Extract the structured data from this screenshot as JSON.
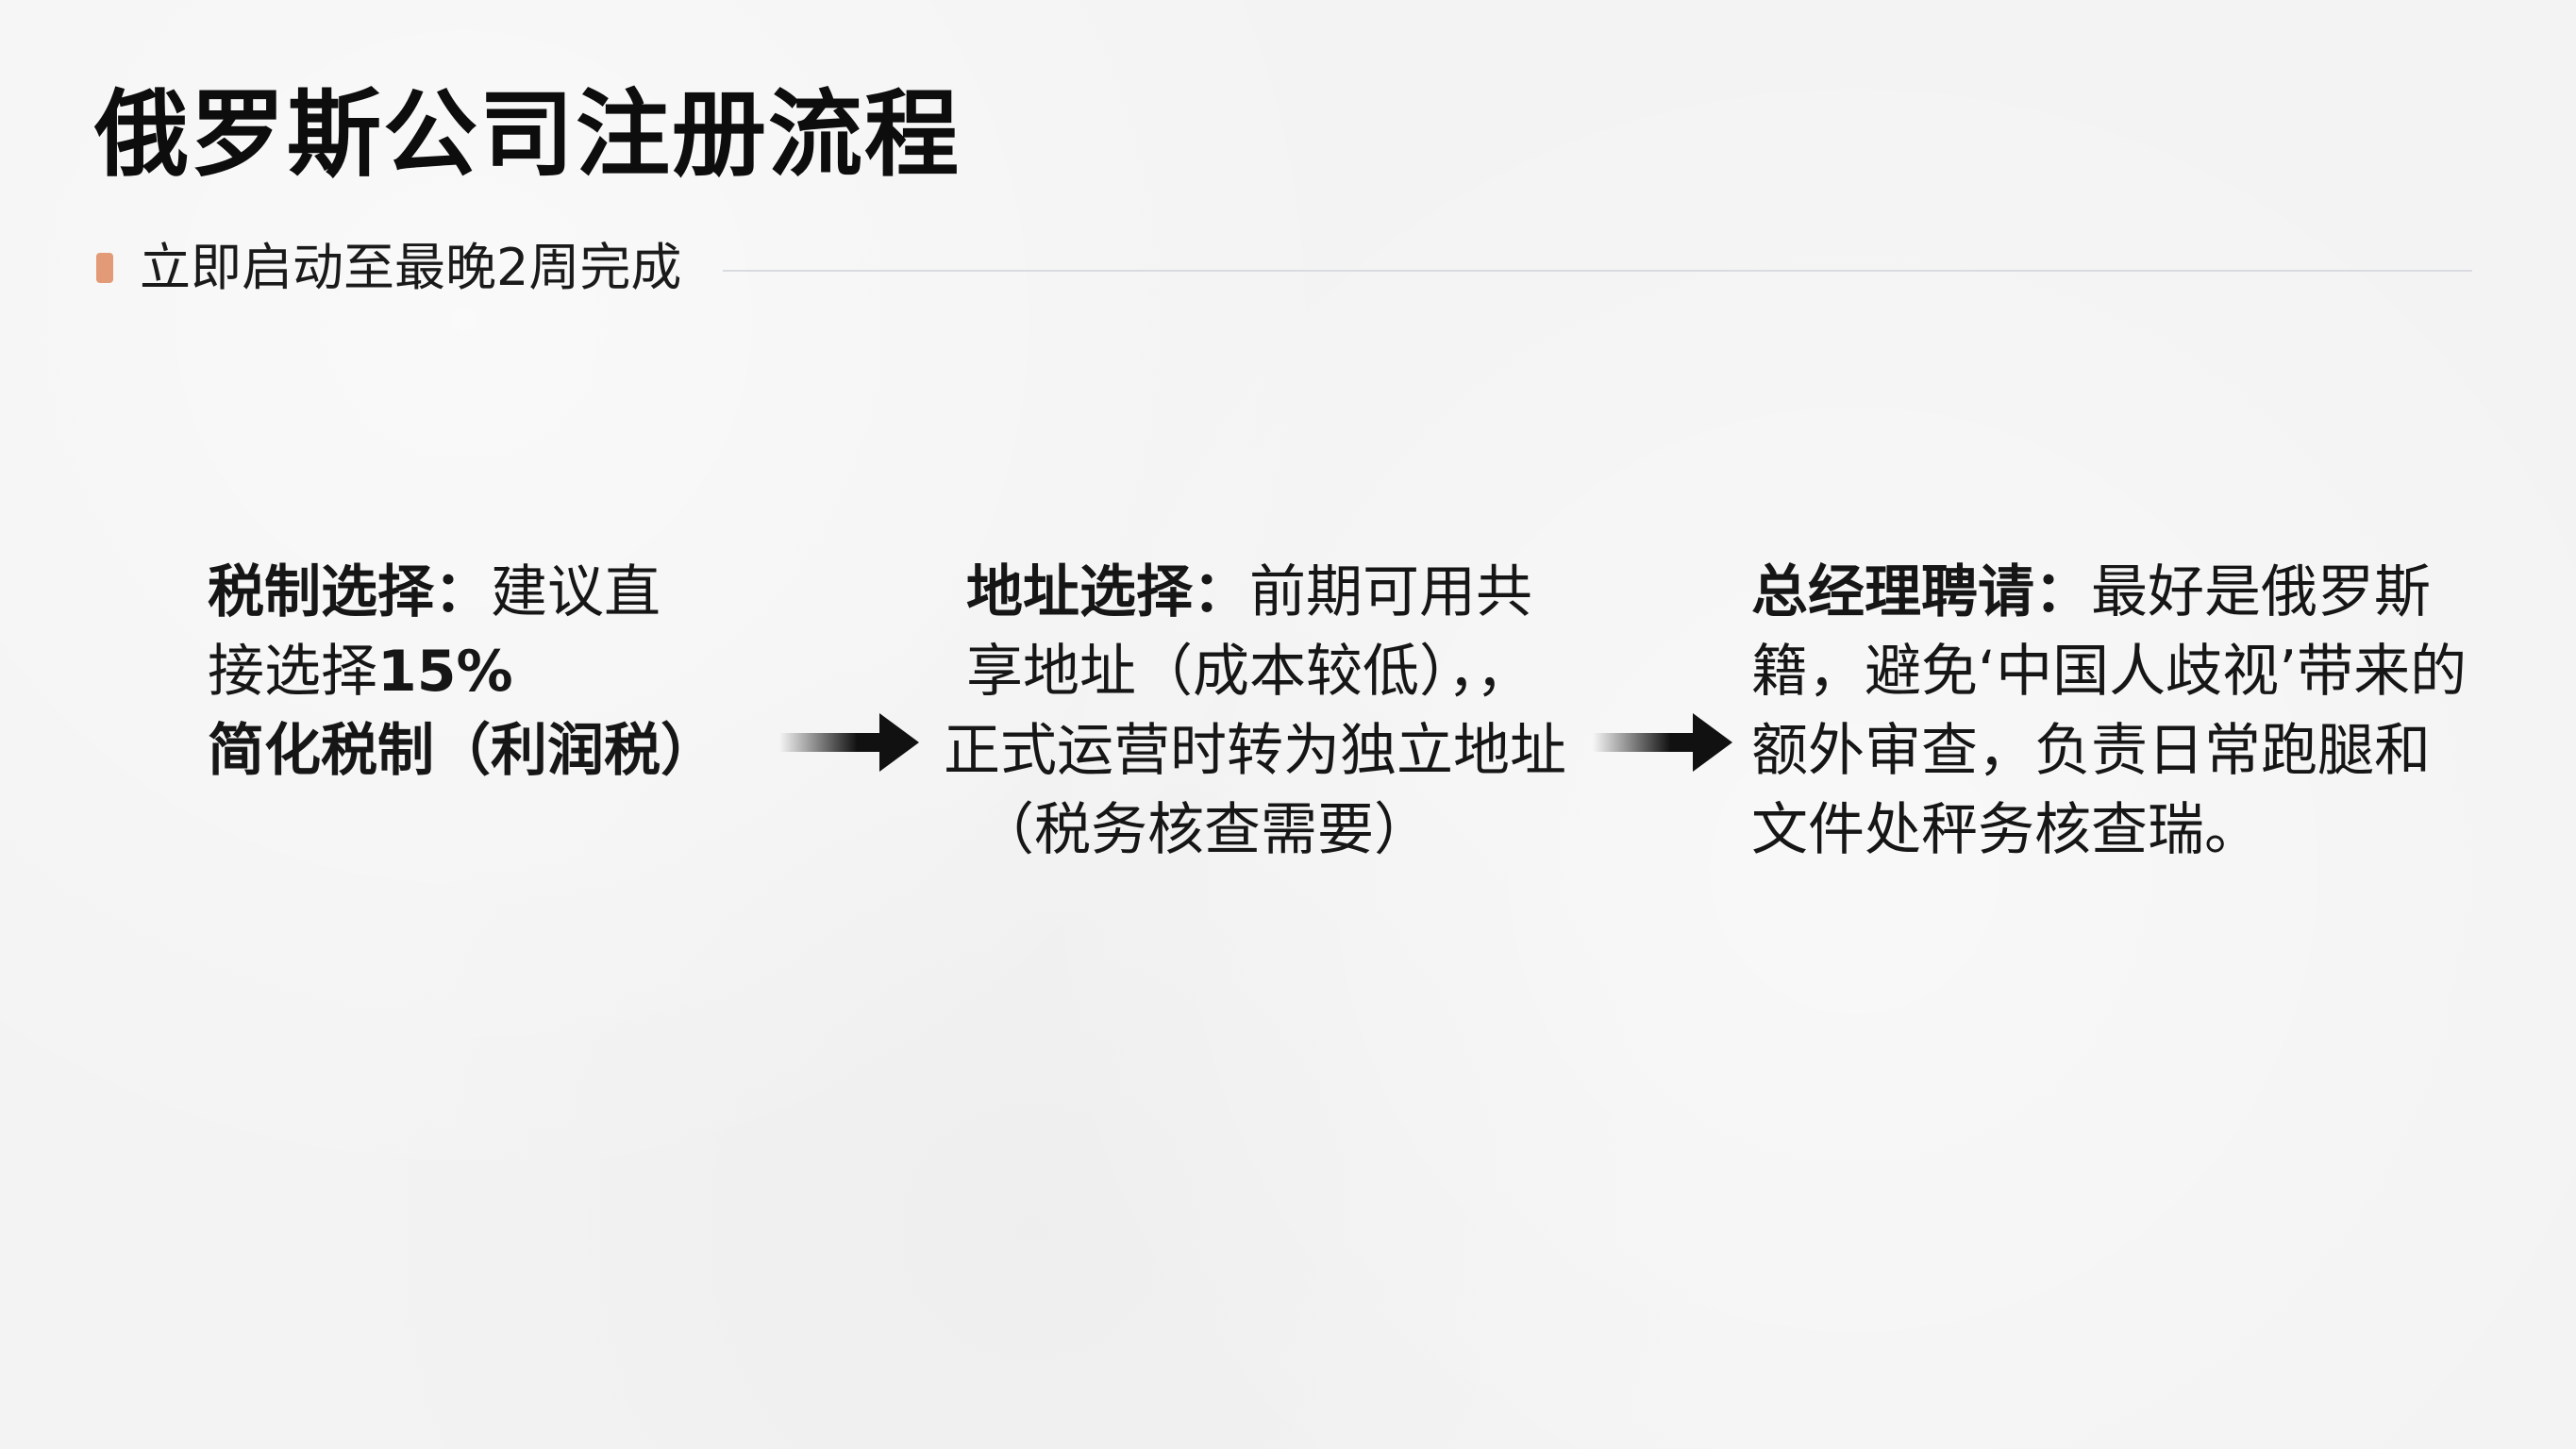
{
  "slide": {
    "title": "俄罗斯公司注册流程",
    "subtitle": "立即启动至最晚2周完成"
  },
  "steps": [
    {
      "heading": "税制选择：",
      "lines": [
        "建议直",
        "接选择",
        "15%",
        "简化税制（利润税）"
      ]
    },
    {
      "heading": "地址选择：",
      "lines": [
        "前期可用共",
        "享地址（成本较低），，",
        "正式运营时转为独立地址",
        "（税务核查需要）"
      ]
    },
    {
      "heading": "总经理聘请：",
      "lines": [
        "最好是俄罗斯",
        "籍，避免‘中国人歧视’带来的",
        "额外审查，负责日常跑腿和",
        "文件处秤务核查瑞。"
      ]
    }
  ],
  "icons": {
    "arrow": "arrow-right-icon"
  },
  "colors": {
    "accent_marker": "#e39a76",
    "rule": "#d9dbe0",
    "arrow": "#111111"
  }
}
